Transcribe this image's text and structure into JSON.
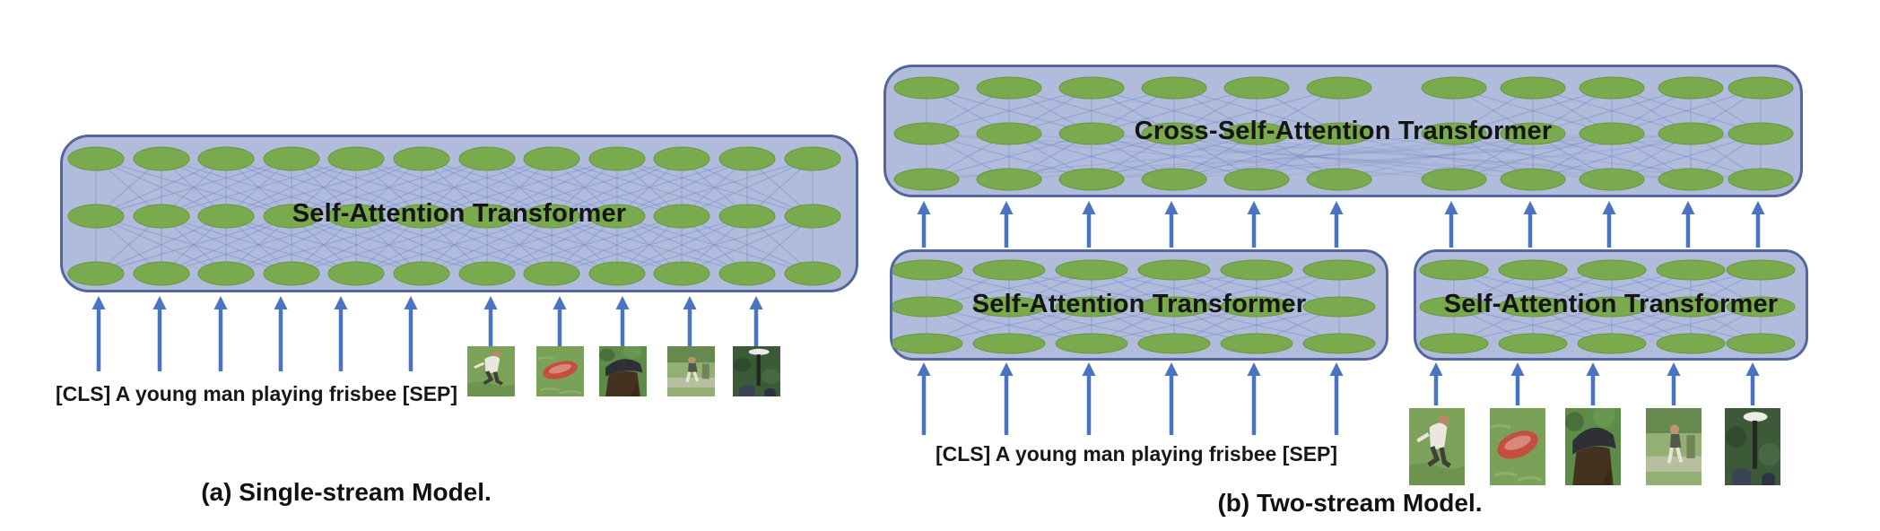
{
  "panel_a": {
    "caption": "(a) Single-stream Model.",
    "transformer_label": "Self-Attention Transformer",
    "input_text": "[CLS] A young man playing frisbee [SEP]",
    "token_rows": 3,
    "tokens_per_row": 12,
    "text_input_arrows": 6,
    "image_input_arrows": 5
  },
  "panel_b": {
    "caption": "(b) Two-stream Model.",
    "cross_transformer_label": "Cross-Self-Attention Transformer",
    "text_stream_label": "Self-Attention Transformer",
    "image_stream_label": "Self-Attention Transformer",
    "input_text": "[CLS] A young man playing frisbee [SEP]",
    "cross_rows": 3,
    "text_stream_tokens_per_row": 6,
    "image_stream_tokens_per_row": 5,
    "stream_to_cross_arrows": 11
  },
  "image_patches": [
    {
      "name": "person-crouching-patch"
    },
    {
      "name": "red-frisbee-patch"
    },
    {
      "name": "head-with-cap-patch"
    },
    {
      "name": "person-walking-patch"
    },
    {
      "name": "frisbee-on-pole-patch"
    }
  ],
  "colors": {
    "box_fill": "#b1bcdd",
    "box_border": "#53679c",
    "token_green": "#79aa4d",
    "token_green_edge": "#699741",
    "attention_line": "#7089c4",
    "arrow_blue": "#4a73c0",
    "text": "#1a1a1a",
    "background": "#ffffff"
  }
}
